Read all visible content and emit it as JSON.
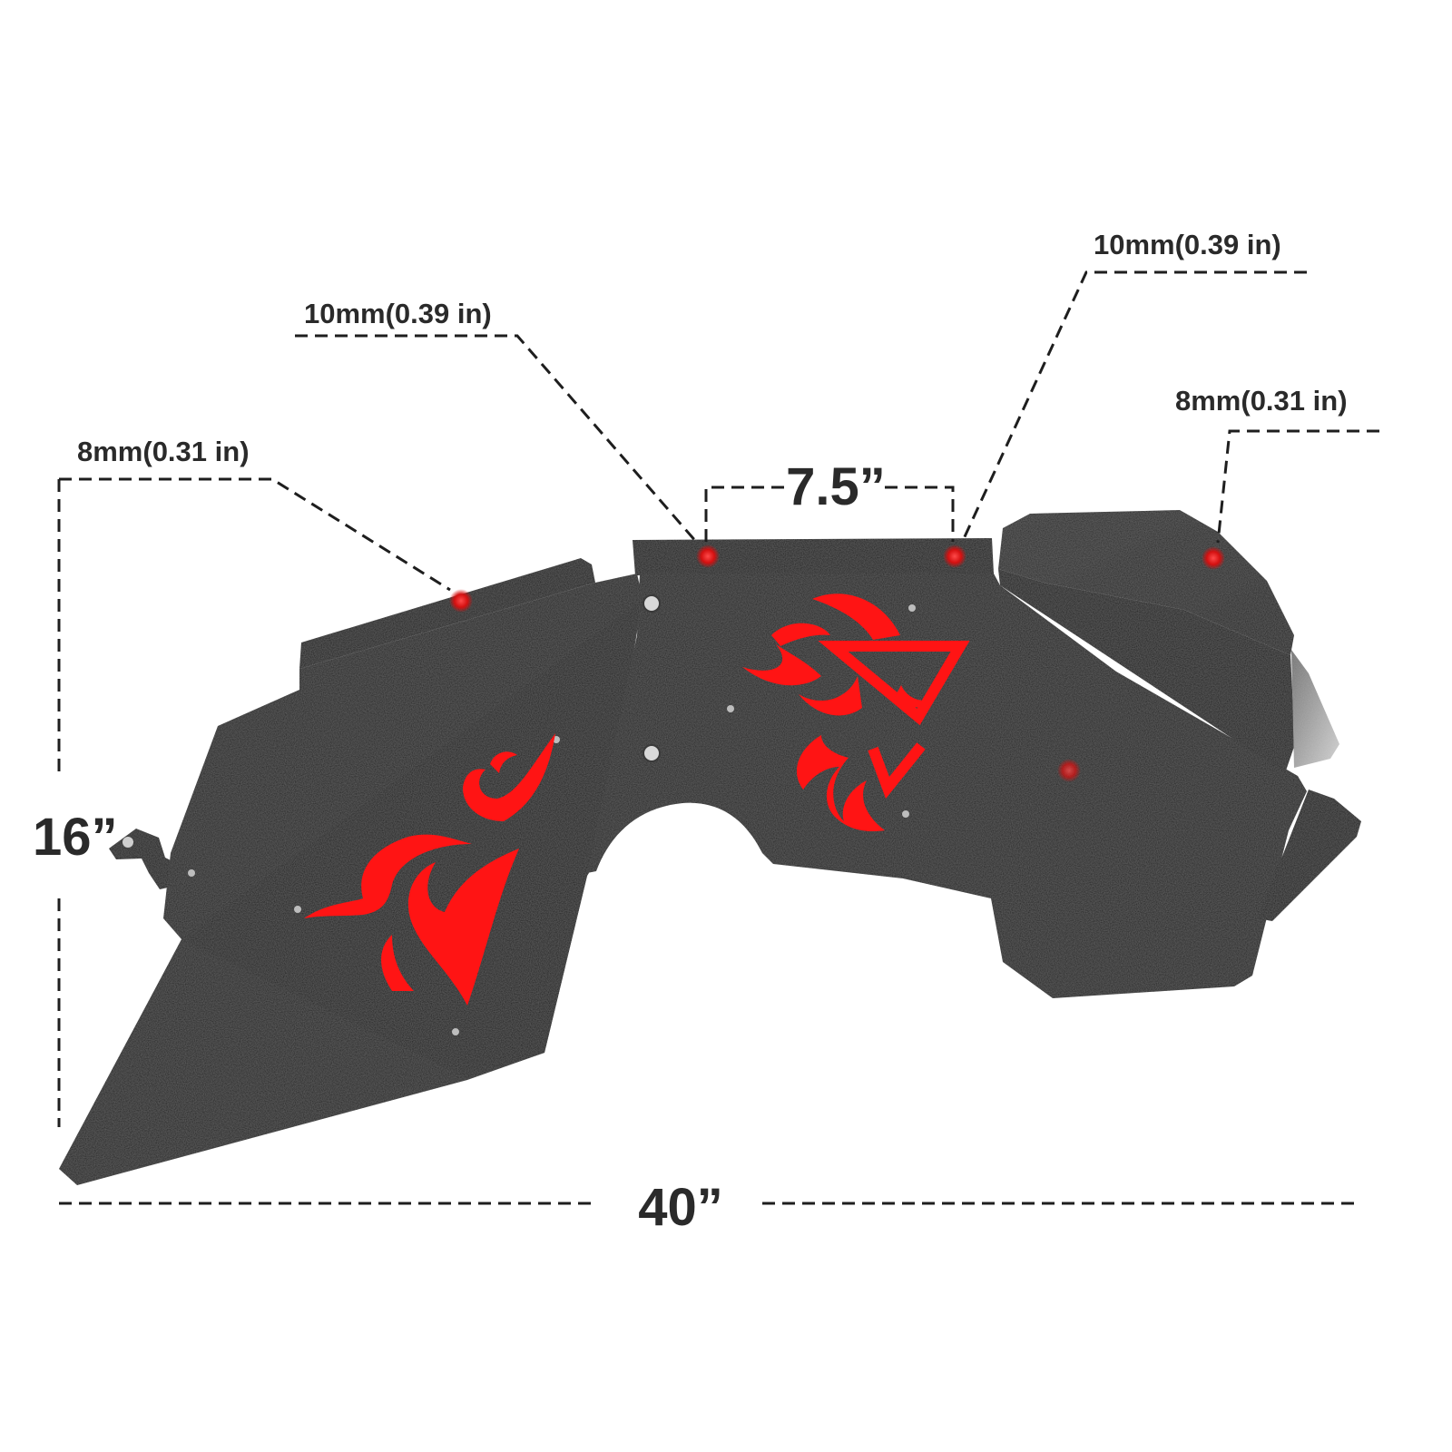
{
  "labels": {
    "hole_top_left": "10mm(0.39 in)",
    "hole_top_right": "10mm(0.39 in)",
    "hole_right": "8mm(0.31 in)",
    "hole_left": "8mm(0.31 in)",
    "hole_spacing": "7.5”",
    "height": "16”",
    "width": "40”"
  },
  "colors": {
    "panel": "#161616",
    "panel_dark": "#0c0c0c",
    "flame": "#ff1414",
    "hole_marker": "#e01c1c",
    "dimension_line": "#1e1e1e",
    "label_text": "#2a2a2a"
  }
}
